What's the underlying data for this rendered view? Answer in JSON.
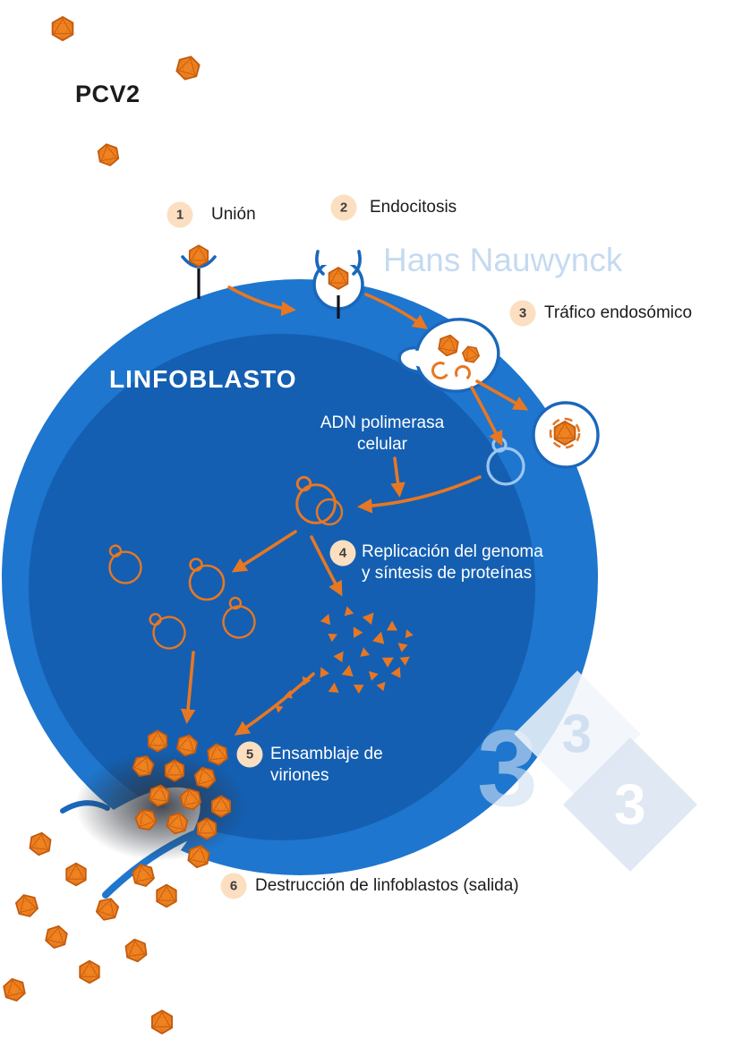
{
  "title": "PCV2",
  "cell": {
    "label": "LINFOBLASTO"
  },
  "enzyme_label": "ADN polimerasa\ncelular",
  "watermark_author": "Hans Nauwynck",
  "watermark_logo": {
    "digit": "3"
  },
  "steps": [
    {
      "num": "1",
      "label": "Unión"
    },
    {
      "num": "2",
      "label": "Endocitosis"
    },
    {
      "num": "3",
      "label": "Tráfico endosómico"
    },
    {
      "num": "4",
      "label": "Replicación del genoma\ny síntesis de proteínas"
    },
    {
      "num": "5",
      "label": "Ensamblaje de\nviriones"
    },
    {
      "num": "6",
      "label": "Destrucción de linfoblastos (salida)"
    }
  ],
  "colors": {
    "virus_orange": "#F0831F",
    "virus_edge": "#C45B0F",
    "arrow_orange": "#E87722",
    "cell_blue": "#1E76CE",
    "cell_interior_blue": "#145FB2",
    "membrane_blue": "#1A67BC",
    "badge_cream": "#FBDFC0",
    "watermark_blue": "#C9DBEF",
    "receptor_black": "#10131C"
  }
}
